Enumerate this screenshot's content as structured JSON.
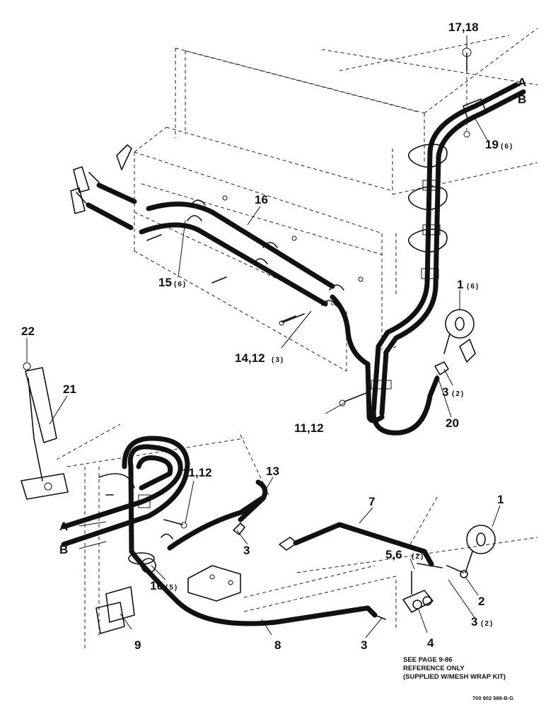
{
  "callouts": {
    "c17_18": "17,18",
    "cA_top": "A",
    "cB_top": "B",
    "c19": "19",
    "c19_qty": "(6)",
    "c16": "16",
    "c15": "15",
    "c15_qty": "(6)",
    "c1_top": "1",
    "c1_top_qty": "(6)",
    "c22": "22",
    "c21": "21",
    "c14_12": "14,12",
    "c14_12_qty": "(3)",
    "c3_top": "3",
    "c3_top_qty": "(2)",
    "c20": "20",
    "c11_12_top": "11,12",
    "c13": "13",
    "c11_12_bot": "11,12",
    "c7": "7",
    "c1_bot": "1",
    "cA_bot": "A",
    "cB_bot": "B",
    "c3_mid": "3",
    "c5_6": "5,6",
    "c5_6_qty": "(2)",
    "c10": "10",
    "c10_qty": "(5)",
    "c2": "2",
    "c3_bot_right": "3",
    "c3_bot_right_qty": "(2)",
    "c9": "9",
    "c8": "8",
    "c3_bot": "3",
    "c4": "4"
  },
  "note": {
    "line1": "SEE PAGE 9-86",
    "line2": "REFERENCE ONLY",
    "line3": "(SUPPLIED W/MESH WRAP KIT)"
  },
  "drawing_code": "700 902 589-B-G"
}
